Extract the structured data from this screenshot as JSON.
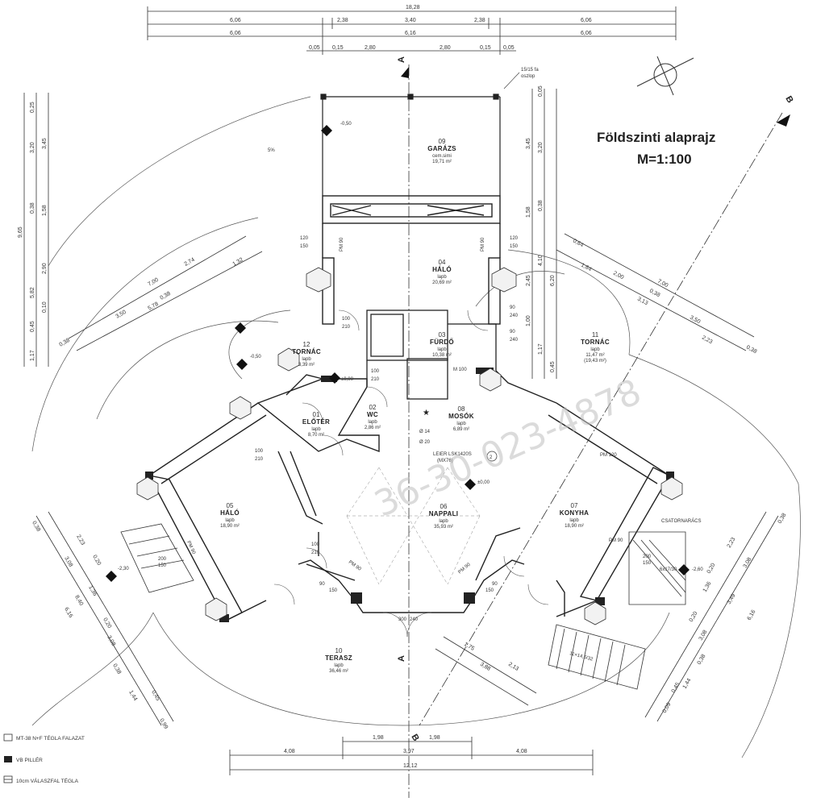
{
  "title": {
    "line1": "Földszinti alaprajz",
    "line2": "M=1:100"
  },
  "top_dimensions": {
    "row1": [
      "18,28"
    ],
    "row2": [
      "6,06",
      "2,38",
      "3,40",
      "2,38",
      "6,06"
    ],
    "row3": [
      "6,06",
      "6,16",
      "6,06"
    ],
    "row4": [
      "0,05",
      "0,15",
      "2,80",
      "2,80",
      "0,15",
      "0,05"
    ]
  },
  "bottom_dimensions": {
    "row1": [
      "1,98",
      "1,98"
    ],
    "row2": [
      "4,08",
      "3,97",
      "4,08"
    ],
    "row3": [
      "12,12"
    ]
  },
  "left_dimensions": [
    "0,25",
    "3,20",
    "3,45",
    "0,38",
    "1,58",
    "9,65",
    "2,90",
    "5,82",
    "0,10",
    "0,45",
    "1,17"
  ],
  "right_dimensions": [
    "0,05",
    "3,45",
    "3,20",
    "0,38",
    "1,58",
    "4,10",
    "6,20",
    "2,45",
    "1,00",
    "1,17",
    "0,45"
  ],
  "diagonal_dimensions": {
    "upper_left": [
      "7,00",
      "0,38",
      "2,74",
      "1,32",
      "3,50",
      "5,78",
      "0,38"
    ],
    "upper_right": [
      "0,64",
      "1,64",
      "2,00",
      "7,00",
      "0,38",
      "3,13",
      "3,50",
      "2,23",
      "0,38"
    ],
    "lower_left": [
      "0,38",
      "2,23",
      "0,20",
      "3,08",
      "1,36",
      "8,40",
      "6,16",
      "0,20",
      "3,08",
      "0,38",
      "1,44",
      "0,45",
      "0,99"
    ],
    "lower_right": [
      "0,38",
      "2,23",
      "3,08",
      "0,20",
      "1,36",
      "3,49",
      "6,16",
      "0,20",
      "3,08",
      "0,38",
      "1,44",
      "0,45",
      "0,09"
    ],
    "terrace": [
      "1,75",
      "3,88",
      "2,13"
    ]
  },
  "rooms": [
    {
      "no": "09",
      "name": "GARÁZS",
      "floor": "cem.simi",
      "area": "19,71 m²"
    },
    {
      "no": "04",
      "name": "HÁLÓ",
      "floor": "lapb",
      "area": "20,69 m²"
    },
    {
      "no": "03",
      "name": "FÜRDŐ",
      "floor": "lapb",
      "area": "10,38 m²"
    },
    {
      "no": "12",
      "name": "TORNÁC",
      "floor": "lapb",
      "area": "3,39 m²"
    },
    {
      "no": "11",
      "name": "TORNÁC",
      "floor": "lapb",
      "area": "11,47 m²",
      "extra": "(19,43 m²)"
    },
    {
      "no": "01",
      "name": "ELŐTÉR",
      "floor": "lapb",
      "area": "8,70 m²"
    },
    {
      "no": "02",
      "name": "WC",
      "floor": "lapb",
      "area": "2,86 m²"
    },
    {
      "no": "08",
      "name": "MOSÓK",
      "floor": "lapb",
      "area": "6,89 m²"
    },
    {
      "no": "05",
      "name": "HÁLÓ",
      "floor": "lapb",
      "area": "18,90 m²"
    },
    {
      "no": "06",
      "name": "NAPPALI",
      "floor": "lapb",
      "area": "35,93 m²"
    },
    {
      "no": "07",
      "name": "KONYHA",
      "floor": "lapb",
      "area": "18,90 m²"
    },
    {
      "no": "10",
      "name": "TERASZ",
      "floor": "lapb",
      "area": "36,46 m²"
    }
  ],
  "annotations": {
    "post": "15/15 fa",
    "post2": "oszlop",
    "slope": "5%",
    "level_garage": "-0,50",
    "level_left": "-0,50",
    "level_entry": "±0,00",
    "level_living": "±0,00",
    "level_left_low": "-2,30",
    "level_right_low": "-2,60",
    "drain": "CSATORNARÁCS",
    "stair_right": "6x17/30",
    "stair_bottom": "11×14,5/32",
    "boiler": "LEIER LSK1420S",
    "boiler2": "(MX76)",
    "dn1": "Ø 14",
    "dn2": "Ø 20",
    "note_m100": "M 100",
    "star": "★",
    "circle_num": "2",
    "door_labels": [
      "PM 90",
      "PM 90",
      "PM 90",
      "PM 120",
      "PM 90",
      "PM 90",
      "PM 90",
      "120",
      "150",
      "120",
      "150",
      "90",
      "240",
      "90",
      "240",
      "100",
      "210",
      "100",
      "210",
      "100",
      "210",
      "200",
      "150",
      "200",
      "150",
      "300",
      "240",
      "90",
      "150",
      "90",
      "150",
      "100",
      "210"
    ]
  },
  "section_marks": {
    "a_top": "A",
    "a_bottom": "A",
    "b_top": "B",
    "b_bottom": "B"
  },
  "legend": [
    {
      "label": "MT-38 N+F TÉGLA FALAZAT"
    },
    {
      "label": "VB PILLÉR"
    },
    {
      "label": "10cm VÁLASZFAL TÉGLA"
    }
  ],
  "watermark": "36-30-023-4878"
}
